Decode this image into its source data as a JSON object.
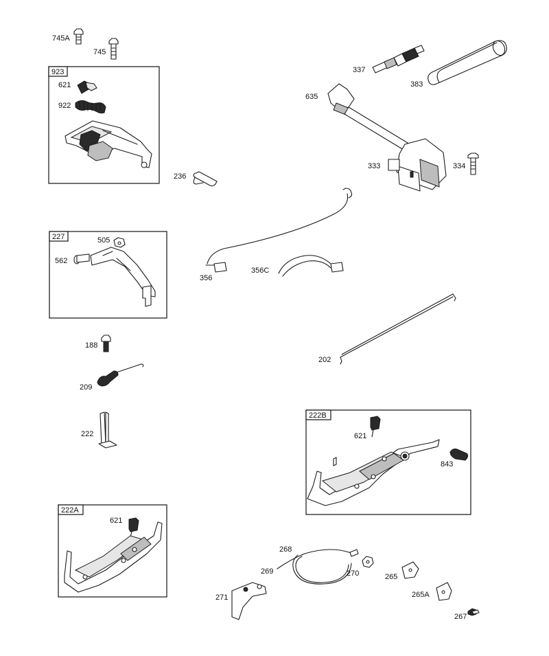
{
  "labels": {
    "p745a": "745A",
    "p745": "745",
    "p923": "923",
    "p621a": "621",
    "p922": "922",
    "p337": "337",
    "p383": "383",
    "p635": "635",
    "p333": "333",
    "p334": "334",
    "p236": "236",
    "p227": "227",
    "p505": "505",
    "p562": "562",
    "p356": "356",
    "p356c": "356C",
    "p188": "188",
    "p209": "209",
    "p202": "202",
    "p222": "222",
    "p222b": "222B",
    "p621b": "621",
    "p843": "843",
    "p222a": "222A",
    "p621c": "621",
    "p268": "268",
    "p269": "269",
    "p270": "270",
    "p265": "265",
    "p265a": "265A",
    "p271": "271",
    "p267": "267"
  }
}
